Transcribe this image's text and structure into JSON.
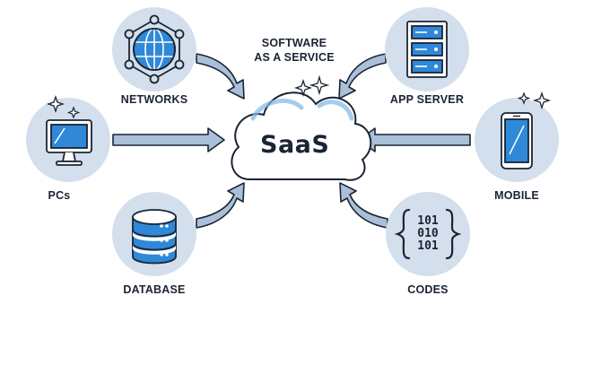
{
  "title": {
    "line1": "SOFTWARE",
    "line2": "AS A SERVICE"
  },
  "center": {
    "label": "SaaS"
  },
  "nodes": {
    "networks": {
      "label": "NETWORKS",
      "icon": "globe-network-icon"
    },
    "pcs": {
      "label": "PCs",
      "icon": "monitor-icon"
    },
    "database": {
      "label": "DATABASE",
      "icon": "database-icon"
    },
    "app_server": {
      "label": "APP SERVER",
      "icon": "server-rack-icon"
    },
    "mobile": {
      "label": "MOBILE",
      "icon": "smartphone-icon"
    },
    "codes": {
      "label": "CODES",
      "icon": "binary-code-icon",
      "code_lines": [
        "101",
        "010",
        "101"
      ]
    }
  },
  "colors": {
    "circle_fill": "#d3dfec",
    "accent_blue": "#2f88d8",
    "outline": "#1b2433",
    "arrow_fill": "#aac0d8",
    "cloud_fill": "#ffffff"
  }
}
